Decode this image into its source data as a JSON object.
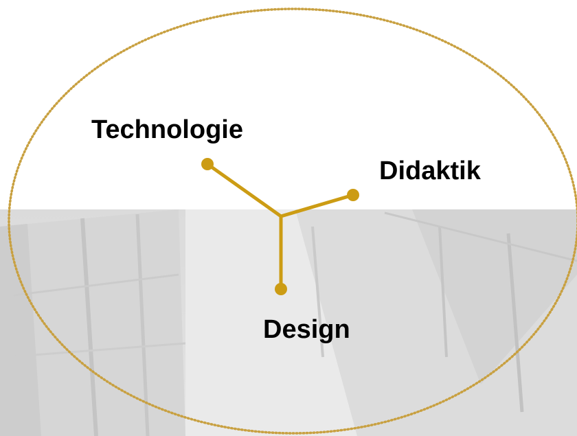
{
  "diagram": {
    "nodes": [
      {
        "id": "technologie",
        "label": "Technologie"
      },
      {
        "id": "didaktik",
        "label": "Didaktik"
      },
      {
        "id": "design",
        "label": "Design"
      }
    ]
  },
  "colors": {
    "connector": "#cc9c14",
    "ellipse_border": "#c8a040",
    "background_photo": "#d8d8d8"
  }
}
